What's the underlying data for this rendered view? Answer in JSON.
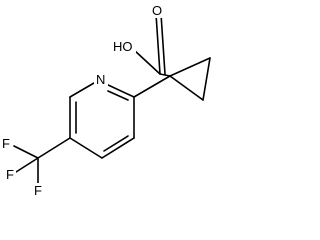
{
  "molecule": {
    "labels": {
      "hydroxyl": "HO",
      "carbonyl_oxygen": "O",
      "ring_nitrogen": "N",
      "fluorine_1": "F",
      "fluorine_2": "F",
      "fluorine_3": "F"
    },
    "colors": {
      "bond": "#000000",
      "text": "#000000",
      "background": "#ffffff"
    }
  }
}
